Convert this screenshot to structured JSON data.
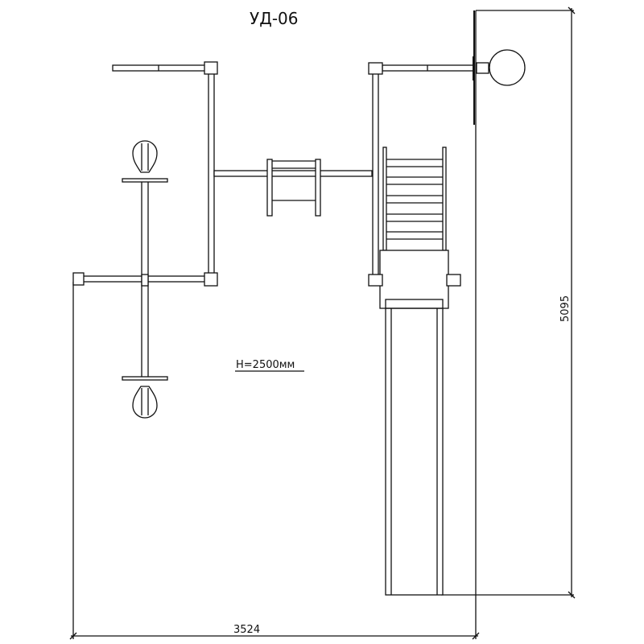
{
  "title": "УД-06",
  "height_note": "H=2500мм",
  "dimensions": {
    "width": "3524",
    "length": "5095"
  },
  "colors": {
    "line": "#111111",
    "background": "#ffffff"
  }
}
